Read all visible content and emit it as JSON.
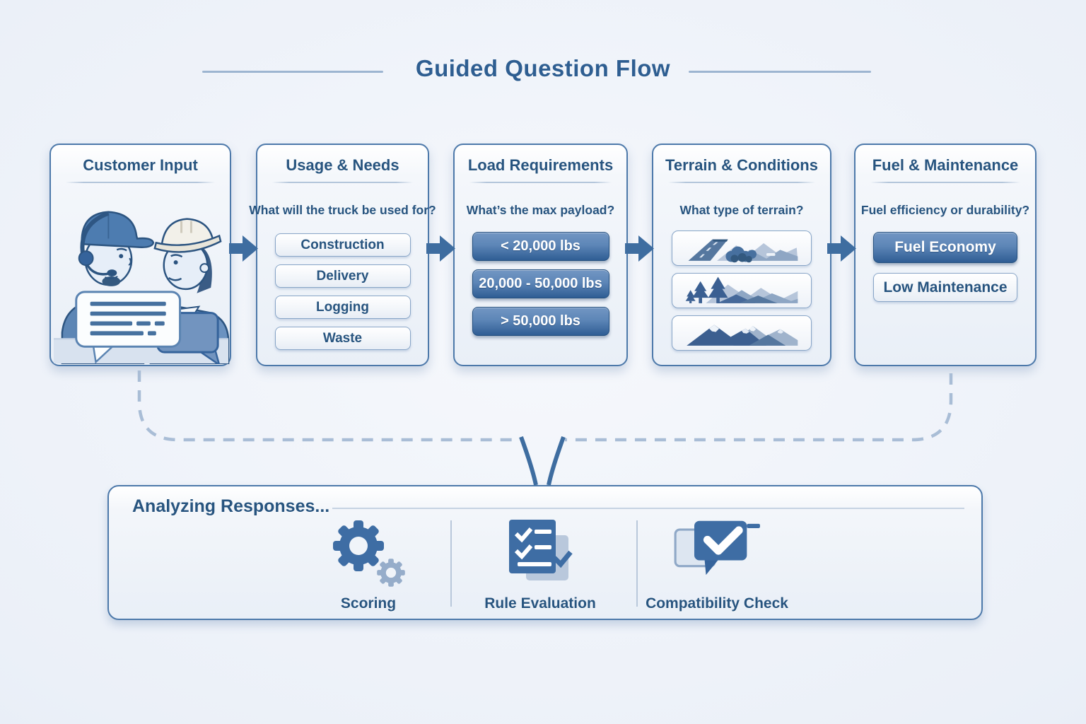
{
  "title": "Guided Question Flow",
  "cards": [
    {
      "title": "Customer Input",
      "illustration": "two-workers-conversation-with-speech-bubbles"
    },
    {
      "title": "Usage & Needs",
      "question": "What will the truck be used for?",
      "options": [
        "Construction",
        "Delivery",
        "Logging",
        "Waste"
      ]
    },
    {
      "title": "Load Requirements",
      "question": "What’s the max payload?",
      "options": [
        "< 20,000 lbs",
        "20,000 - 50,000 lbs",
        "> 50,000 lbs"
      ]
    },
    {
      "title": "Terrain & Conditions",
      "question": "What type of terrain?",
      "image_options": [
        "highway-road",
        "forest-trees",
        "mountain-peaks"
      ]
    },
    {
      "title": "Fuel & Maintenance",
      "question": "Fuel efficiency or durability?",
      "options": [
        "Fuel Economy",
        "Low Maintenance"
      ]
    }
  ],
  "analysis": {
    "title": "Analyzing Responses...",
    "steps": [
      {
        "label": "Scoring",
        "icon": "gears-icon"
      },
      {
        "label": "Rule Evaluation",
        "icon": "checklist-icon"
      },
      {
        "label": "Compatibility Check",
        "icon": "devices-check-icon"
      }
    ]
  },
  "colors": {
    "accent_title": "#2e5e91",
    "card_border": "#4d79aa",
    "text_dark": "#27547f",
    "primary_button_top": "#7296c3",
    "primary_button_bottom": "#2f5d94",
    "flow_arrow": "#3e6da0",
    "dashed_connector": "#a9bdd6"
  }
}
